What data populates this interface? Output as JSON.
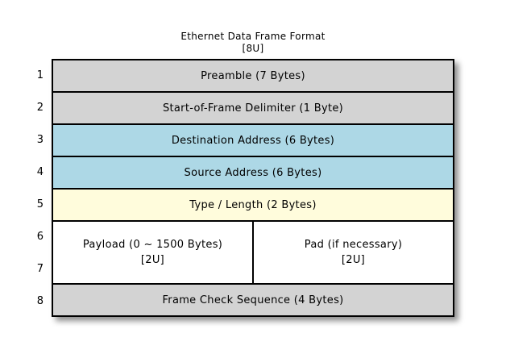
{
  "title": {
    "line1": "Ethernet Data Frame Format",
    "line2": "[8U]"
  },
  "row_numbers": [
    "1",
    "2",
    "3",
    "4",
    "5",
    "6",
    "7",
    "8"
  ],
  "colors": {
    "gray": "#D3D3D3",
    "blue": "#ADD8E6",
    "yellow": "#FFFCDC",
    "white": "#FFFFFF",
    "border": "#000000"
  },
  "rows": [
    {
      "label": "Preamble (7 Bytes)",
      "color": "#D3D3D3"
    },
    {
      "label": "Start-of-Frame Delimiter (1 Byte)",
      "color": "#D3D3D3"
    },
    {
      "label": "Destination Address (6 Bytes)",
      "color": "#ADD8E6"
    },
    {
      "label": "Source Address (6 Bytes)",
      "color": "#ADD8E6"
    },
    {
      "label": "Type / Length (2 Bytes)",
      "color": "#FFFCDC"
    },
    {
      "color": "#FFFFFF",
      "left": {
        "line1": "Payload (0 ~ 1500 Bytes)",
        "line2": "[2U]"
      },
      "right": {
        "line1": "Pad (if necessary)",
        "line2": "[2U]"
      }
    },
    {
      "label": "Frame Check Sequence (4 Bytes)",
      "color": "#D3D3D3"
    }
  ]
}
